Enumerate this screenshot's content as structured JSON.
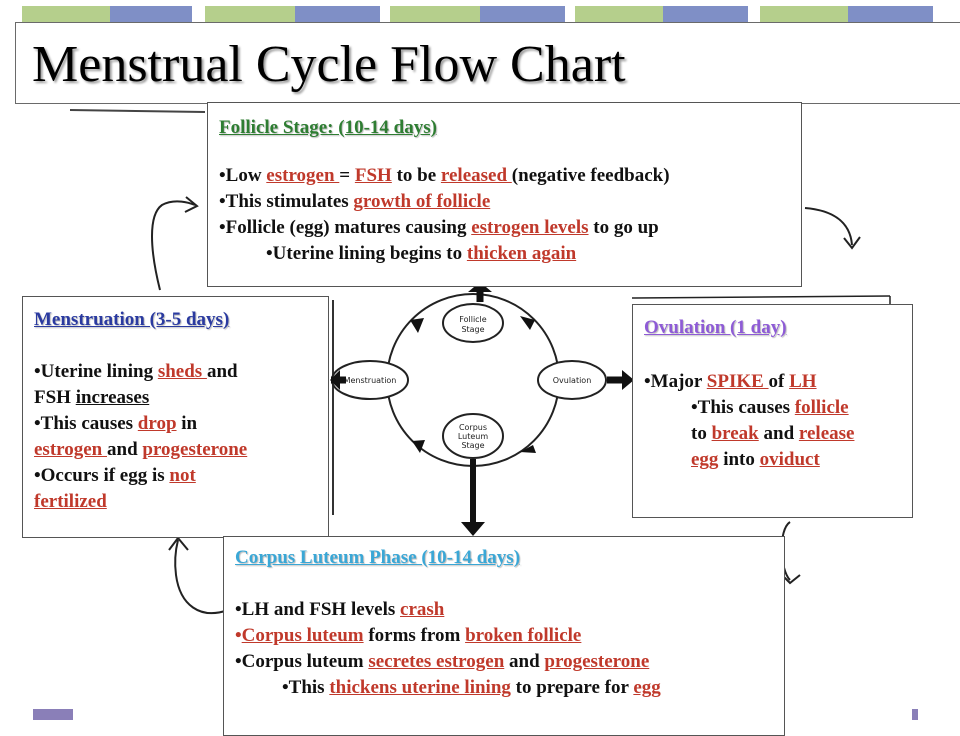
{
  "title": "Menstrual Cycle Flow Chart",
  "colors": {
    "strip_green": "#b5cf8c",
    "strip_blue": "#7f8fc6",
    "highlight": "#c0392b",
    "follicle_heading": "#2e7d32",
    "menstruation_heading": "#2a3aa0",
    "ovulation_heading": "#8e5bd6",
    "corpus_heading": "#3aa7d6"
  },
  "follicle": {
    "heading": "Follicle Stage: (10-14 days)",
    "l1": [
      "•Low ",
      "estrogen ",
      "= ",
      "FSH",
      " to be ",
      "released ",
      "(negative feedback)"
    ],
    "l2": [
      "•This stimulates ",
      "growth of follicle"
    ],
    "l3": [
      "•Follicle (egg)  matures causing  ",
      "estrogen levels",
      " to go up"
    ],
    "l4": [
      "•Uterine lining begins to ",
      "thicken again"
    ]
  },
  "menstruation": {
    "heading": "Menstruation (3-5 days)",
    "l1": [
      "•Uterine lining ",
      "sheds ",
      "and"
    ],
    "l2": [
      "FSH ",
      "increases"
    ],
    "l3": [
      "•This causes ",
      "drop",
      " in"
    ],
    "l4": [
      "estrogen ",
      "and ",
      "progesterone"
    ],
    "l5": [
      "•Occurs if egg is ",
      "not"
    ],
    "l6": [
      "fertilized"
    ]
  },
  "ovulation": {
    "heading": "Ovulation (1 day)",
    "l1": [
      "•Major ",
      "SPIKE ",
      "of ",
      "LH"
    ],
    "l2": [
      "•This causes ",
      "follicle"
    ],
    "l3": [
      "to ",
      "break",
      " and ",
      "release"
    ],
    "l4": [
      "egg",
      " into ",
      "oviduct"
    ]
  },
  "corpus": {
    "heading": "Corpus Luteum Phase (10-14 days)",
    "l1": [
      "•LH and FSH levels ",
      "crash"
    ],
    "l2": [
      "•",
      "Corpus luteum",
      " forms from ",
      "broken follicle"
    ],
    "l3": [
      "•Corpus luteum ",
      "secretes estrogen",
      " and ",
      "progesterone"
    ],
    "l4": [
      "•This ",
      "thickens uterine lining",
      " to prepare for ",
      "egg"
    ]
  },
  "diagram": {
    "follicle_label": [
      "Follicle",
      "Stage"
    ],
    "ovulation_label": "Ovulation",
    "corpus_label": [
      "Corpus",
      "Luteum",
      "Stage"
    ],
    "menstruation_label": "Menstruation"
  }
}
